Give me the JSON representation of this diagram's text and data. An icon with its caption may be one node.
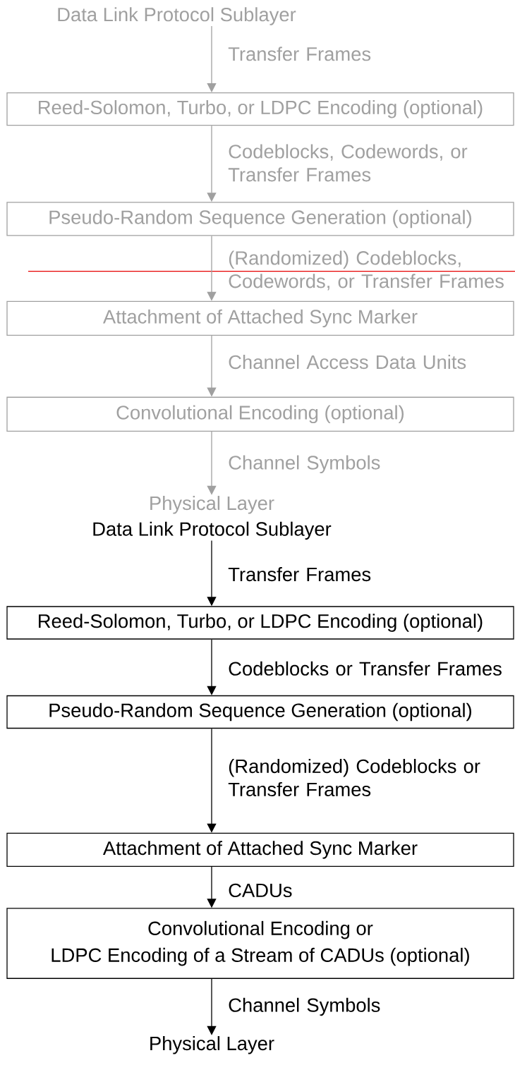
{
  "diagram": {
    "nodes": [
      {
        "text": [
          "Data Link Protocol Sublayer"
        ]
      },
      {
        "text": [
          "Reed-Solomon, Turbo, or LDPC Encoding (optional)"
        ]
      },
      {
        "text": [
          "Pseudo-Random Sequence Generation (optional)"
        ]
      },
      {
        "text": [
          "Attachment of Attached Sync Marker"
        ]
      },
      {
        "text": [
          "Convolutional Encoding (optional)"
        ]
      },
      {
        "text": [
          "Physical Layer"
        ]
      },
      {
        "text": [
          "Data Link Protocol Sublayer"
        ]
      },
      {
        "text": [
          "Reed-Solomon, Turbo, or LDPC Encoding (optional)"
        ]
      },
      {
        "text": [
          "Pseudo-Random Sequence Generation (optional)"
        ]
      },
      {
        "text": [
          "Attachment of Attached Sync Marker"
        ]
      },
      {
        "text": [
          "Convolutional Encoding or LDPC Encoding of a Stream of CADUs (optional)"
        ]
      },
      {
        "text": [
          "Physical Layer"
        ]
      }
    ],
    "edges": [
      {
        "from": 0,
        "to": 1,
        "arrow": "to",
        "label": "Transfer Frames",
        "color": "#a0a0a0"
      },
      {
        "from": 1,
        "to": 2,
        "arrow": "to",
        "label": "Codeblocks, Codewords, or Transfer Frames",
        "color": "#a0a0a0"
      },
      {
        "from": 2,
        "to": 3,
        "arrow": "to",
        "label": "(Randomized) Codeblocks, Codewords, or Transfer Frames",
        "color": "#a0a0a0"
      },
      {
        "from": 3,
        "to": 4,
        "arrow": "to",
        "label": "Channel Access Data Units",
        "color": "#a0a0a0"
      },
      {
        "from": 4,
        "to": 5,
        "arrow": "to",
        "label": "Channel Symbols",
        "color": "#a0a0a0"
      },
      {
        "from": 6,
        "to": 7,
        "arrow": "to",
        "label": "Transfer Frames",
        "color": "#000000"
      },
      {
        "from": 7,
        "to": 8,
        "arrow": "to",
        "label": "Codeblocks or Transfer Frames",
        "color": "#000000"
      },
      {
        "from": 8,
        "to": 9,
        "arrow": "to",
        "label": "(Randomized) Codeblocks or Transfer Frames",
        "color": "#000000"
      },
      {
        "from": 9,
        "to": 10,
        "arrow": "to",
        "label": "CADUs",
        "color": "#000000"
      },
      {
        "from": 10,
        "to": 11,
        "arrow": "to",
        "label": "Channel Symbols",
        "color": "#000000"
      }
    ]
  }
}
